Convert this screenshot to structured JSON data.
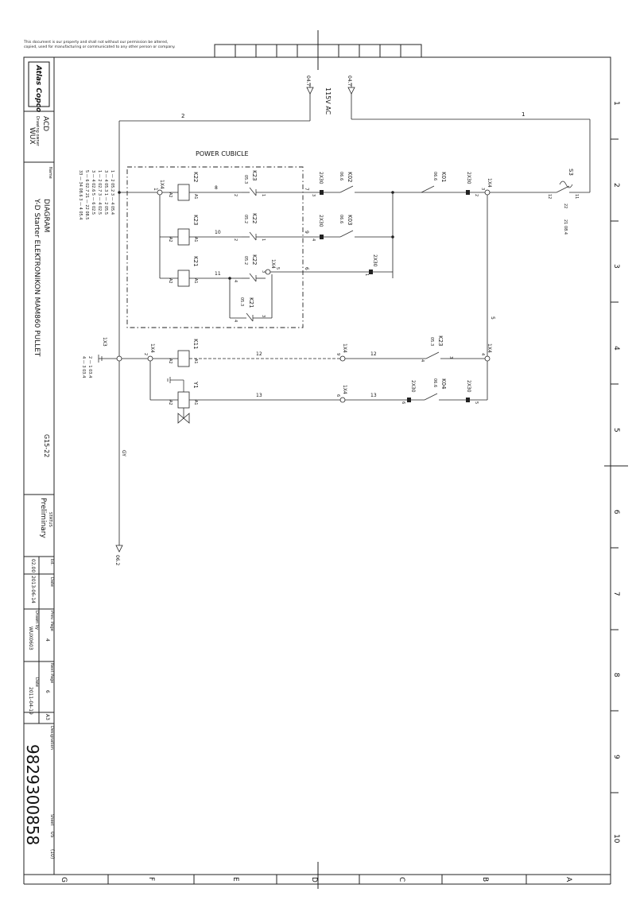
{
  "notice": {
    "line1": "This document is our property and shall not without our permission be altered,",
    "line2": "copied, used for manufacturing or communicated to any other person or company."
  },
  "grid": {
    "rows": [
      "1",
      "2",
      "3",
      "4",
      "5",
      "6",
      "7",
      "8",
      "9",
      "10"
    ],
    "cols": [
      "G",
      "F",
      "E",
      "D",
      "C",
      "B",
      "A"
    ]
  },
  "title_block": {
    "logo": "Atlas Copco",
    "company": "ACD",
    "drawing_owner_label": "Drawing owner",
    "drawing_owner": "WUX",
    "name_label": "Name",
    "name_line1": "DIAGRAM",
    "name_line2": "Y-D Starter ELEKTRONIKON MAM860 PULLET",
    "model": "G15-22",
    "status_label": "STATUS",
    "status": "Preliminary",
    "ed_label": "Ed.",
    "ed": "02.00",
    "date_label": "Date",
    "date": "2013-06-14",
    "prev_page_label": "Prev. Page",
    "prev_page": "4",
    "drawn_by_label": "Drawn by",
    "drawn_by": "WUX0603",
    "next_page_label": "Next Page",
    "next_page": "6",
    "date2_label": "Date",
    "date2": "2011-04-19",
    "size": "A3",
    "designation_label": "Designation",
    "designation": "9829300858",
    "sheet_label": "Sheet",
    "sheet": "05",
    "sheet_total": "(10)"
  },
  "schematic": {
    "voltage": "115V AC",
    "ref_in_left": "04.7",
    "ref_in_right": "04.7",
    "ref_out": "06.2",
    "power_cubicle": "POWER CUBICLE",
    "wires": {
      "w1": "1",
      "w2": "2",
      "w5": "5",
      "w6": "6",
      "w7": "7",
      "w8": "8",
      "w9": "9",
      "w10": "10",
      "w11": "11",
      "w12a": "12",
      "w12b": "12",
      "w13a": "13",
      "w13b": "13",
      "gy": "GY"
    },
    "coils": {
      "k22": {
        "name": "K22",
        "a1": "A1",
        "a2": "A2"
      },
      "k23": {
        "name": "K23",
        "a1": "A1",
        "a2": "A2"
      },
      "k21": {
        "name": "K21",
        "a1": "A1",
        "a2": "A2"
      },
      "k11": {
        "name": "K11",
        "a1": "A1",
        "a2": "A2"
      },
      "y1": {
        "name": "Y1",
        "a1": "A1",
        "a2": "A2"
      }
    },
    "contacts": {
      "k23_cnt": {
        "name": "K23",
        "ref": "05.3",
        "t1": "1",
        "t2": "2"
      },
      "k22_cnt": {
        "name": "K22",
        "ref": "05.2",
        "t1": "1",
        "t2": "2"
      },
      "k22_cnt2": {
        "name": "K22",
        "ref": "05.2",
        "t1": "3",
        "t2": "4"
      },
      "k21_cnt": {
        "name": "K21",
        "ref": "05.3",
        "t1": "3",
        "t2": "4"
      },
      "k02": {
        "name": "K02",
        "ref": "06.6"
      },
      "k03": {
        "name": "K03",
        "ref": "06.6"
      },
      "k01": {
        "name": "K01",
        "ref": "06.6"
      },
      "k04": {
        "name": "K04",
        "ref": "06.6"
      },
      "k23_b": {
        "name": "K23",
        "ref": "05.3",
        "t1": "3",
        "t2": "4"
      },
      "s3": {
        "name": "S3",
        "t1": "11",
        "t2": "12",
        "ref": "21 08.4",
        "t3": "22"
      }
    },
    "terminals": {
      "tb1": {
        "name": "1X4",
        "num": "1"
      },
      "tb5": {
        "name": "1X4",
        "num": "5"
      },
      "tb3": {
        "name": "1X4",
        "num": "3"
      },
      "tb4": {
        "name": "1X4",
        "num": "4"
      },
      "tb2": {
        "name": "1X4",
        "num": "2"
      },
      "tb9": {
        "name": "1X4",
        "num": "9"
      },
      "tb6": {
        "name": "1X4",
        "num": "6"
      },
      "x1x3": {
        "name": "1X3"
      }
    },
    "connectors": {
      "c3": {
        "name": "2X30",
        "num": "3"
      },
      "c4": {
        "name": "2X30",
        "num": "4"
      },
      "c1": {
        "name": "2X30",
        "num": "1"
      },
      "c2": {
        "name": "2X30",
        "num": "2"
      },
      "c6": {
        "name": "2X30",
        "num": "6"
      },
      "c5": {
        "name": "2X30",
        "num": "5"
      }
    },
    "k22_table": [
      "1 — 2 05.2   3 — 4 05.4",
      "3 — 4 05.3   1 — 2 05.5",
      "1 — 2 02.7   3 — 4 02.5",
      "3 — 4 02.6   5 — 6 02.5",
      "5 — 6 02.7   21 — 22 08.5",
      "33 — 34 08.6   3 — 4 05.4"
    ],
    "x1x3_pins": [
      "2 — 1 03.4",
      "4 — 3 03.4"
    ]
  }
}
